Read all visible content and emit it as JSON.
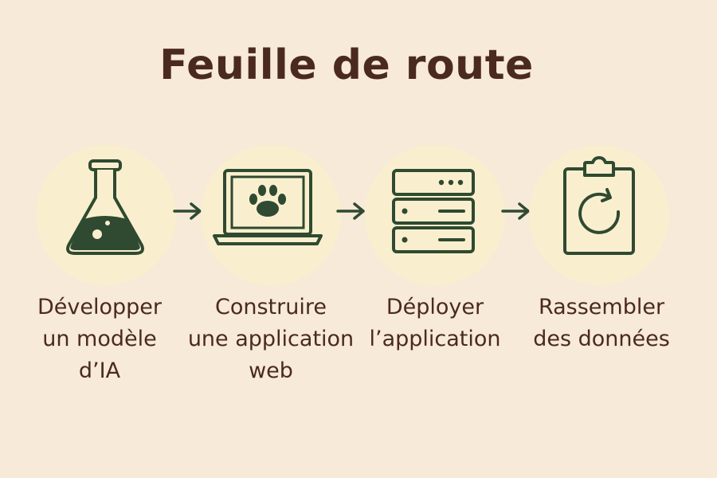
{
  "title": "Feuille de route",
  "colors": {
    "background": "#f7ead8",
    "circle": "#f9efcf",
    "icon_stroke": "#2f4a30",
    "icon_fill": "#2f4a30",
    "title_text": "#4b2a1e"
  },
  "steps": [
    {
      "icon": "flask-icon",
      "label_lines": [
        "Développer",
        "un modèle",
        "d’IA"
      ]
    },
    {
      "icon": "laptop-paw-icon",
      "label_lines": [
        "Construire",
        "une application",
        "web"
      ]
    },
    {
      "icon": "server-icon",
      "label_lines": [
        "Déployer",
        "l’application"
      ]
    },
    {
      "icon": "clipboard-refresh-icon",
      "label_lines": [
        "Rassembler",
        "des données"
      ]
    }
  ],
  "arrows": [
    "arrow-right-icon",
    "arrow-right-icon",
    "arrow-right-icon"
  ]
}
